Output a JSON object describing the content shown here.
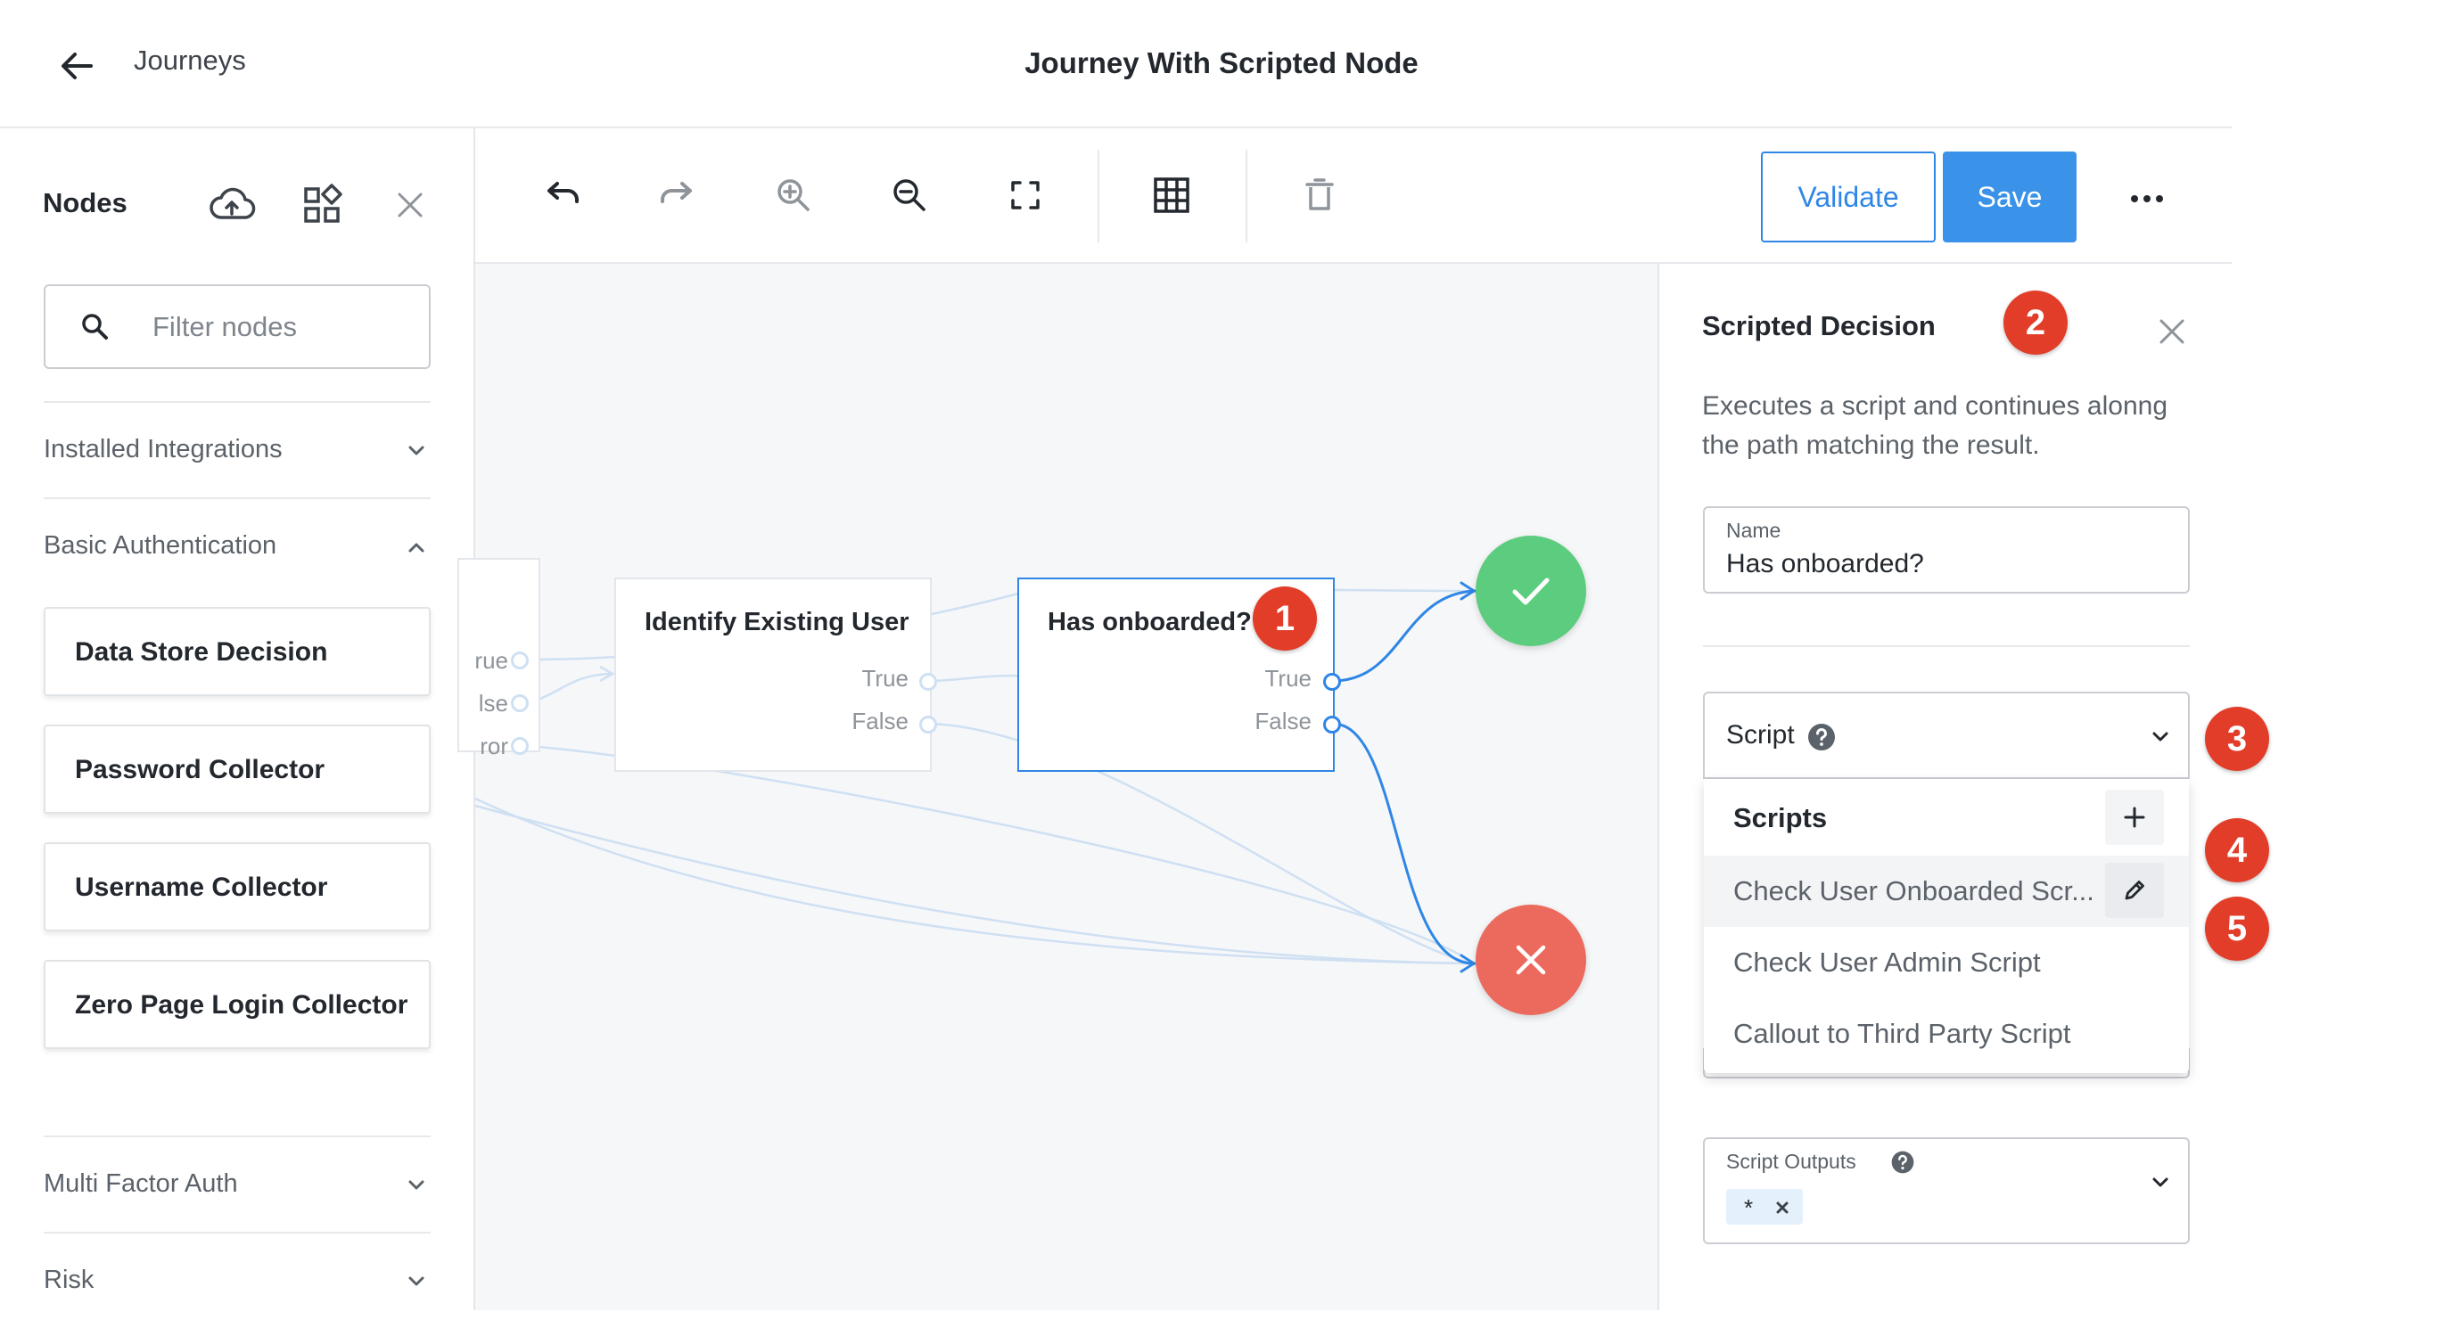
{
  "header": {
    "back_label": "Journeys",
    "title": "Journey With Scripted Node"
  },
  "left_panel": {
    "title": "Nodes",
    "search_placeholder": "Filter nodes",
    "categories": [
      {
        "label": "Installed Integrations",
        "expanded": false
      },
      {
        "label": "Basic Authentication",
        "expanded": true
      },
      {
        "label": "Multi Factor Auth",
        "expanded": false
      },
      {
        "label": "Risk",
        "expanded": false
      }
    ],
    "basic_auth_nodes": [
      "Data Store Decision",
      "Password Collector",
      "Username Collector",
      "Zero Page Login Collector"
    ]
  },
  "toolbar": {
    "validate_label": "Validate",
    "save_label": "Save"
  },
  "canvas": {
    "partial_node_outputs": [
      "rue",
      "lse",
      "ror"
    ],
    "identify_node": {
      "title": "Identify Existing User",
      "outputs": [
        "True",
        "False"
      ]
    },
    "decision_node": {
      "title": "Has onboarded?",
      "outputs": [
        "True",
        "False"
      ],
      "badge": "1"
    }
  },
  "right_panel": {
    "title": "Scripted Decision",
    "title_badge": "2",
    "description": "Executes a script and continues alonng the path matching the result.",
    "name_label": "Name",
    "name_value": "Has onboarded?",
    "script_label": "Script",
    "script_badge": "3",
    "scripts_header": "Scripts",
    "scripts_add_badge": "4",
    "script_options": [
      "Check User Onboarded Scr...",
      "Check User Admin Script",
      "Callout to Third Party Script"
    ],
    "script_edit_badge": "5",
    "outputs_label": "Script Outputs",
    "output_chip": "*"
  },
  "colors": {
    "accent": "#2f86e6",
    "success": "#5ccd7e",
    "failure": "#ec6a5d",
    "badge": "#e23d28"
  }
}
